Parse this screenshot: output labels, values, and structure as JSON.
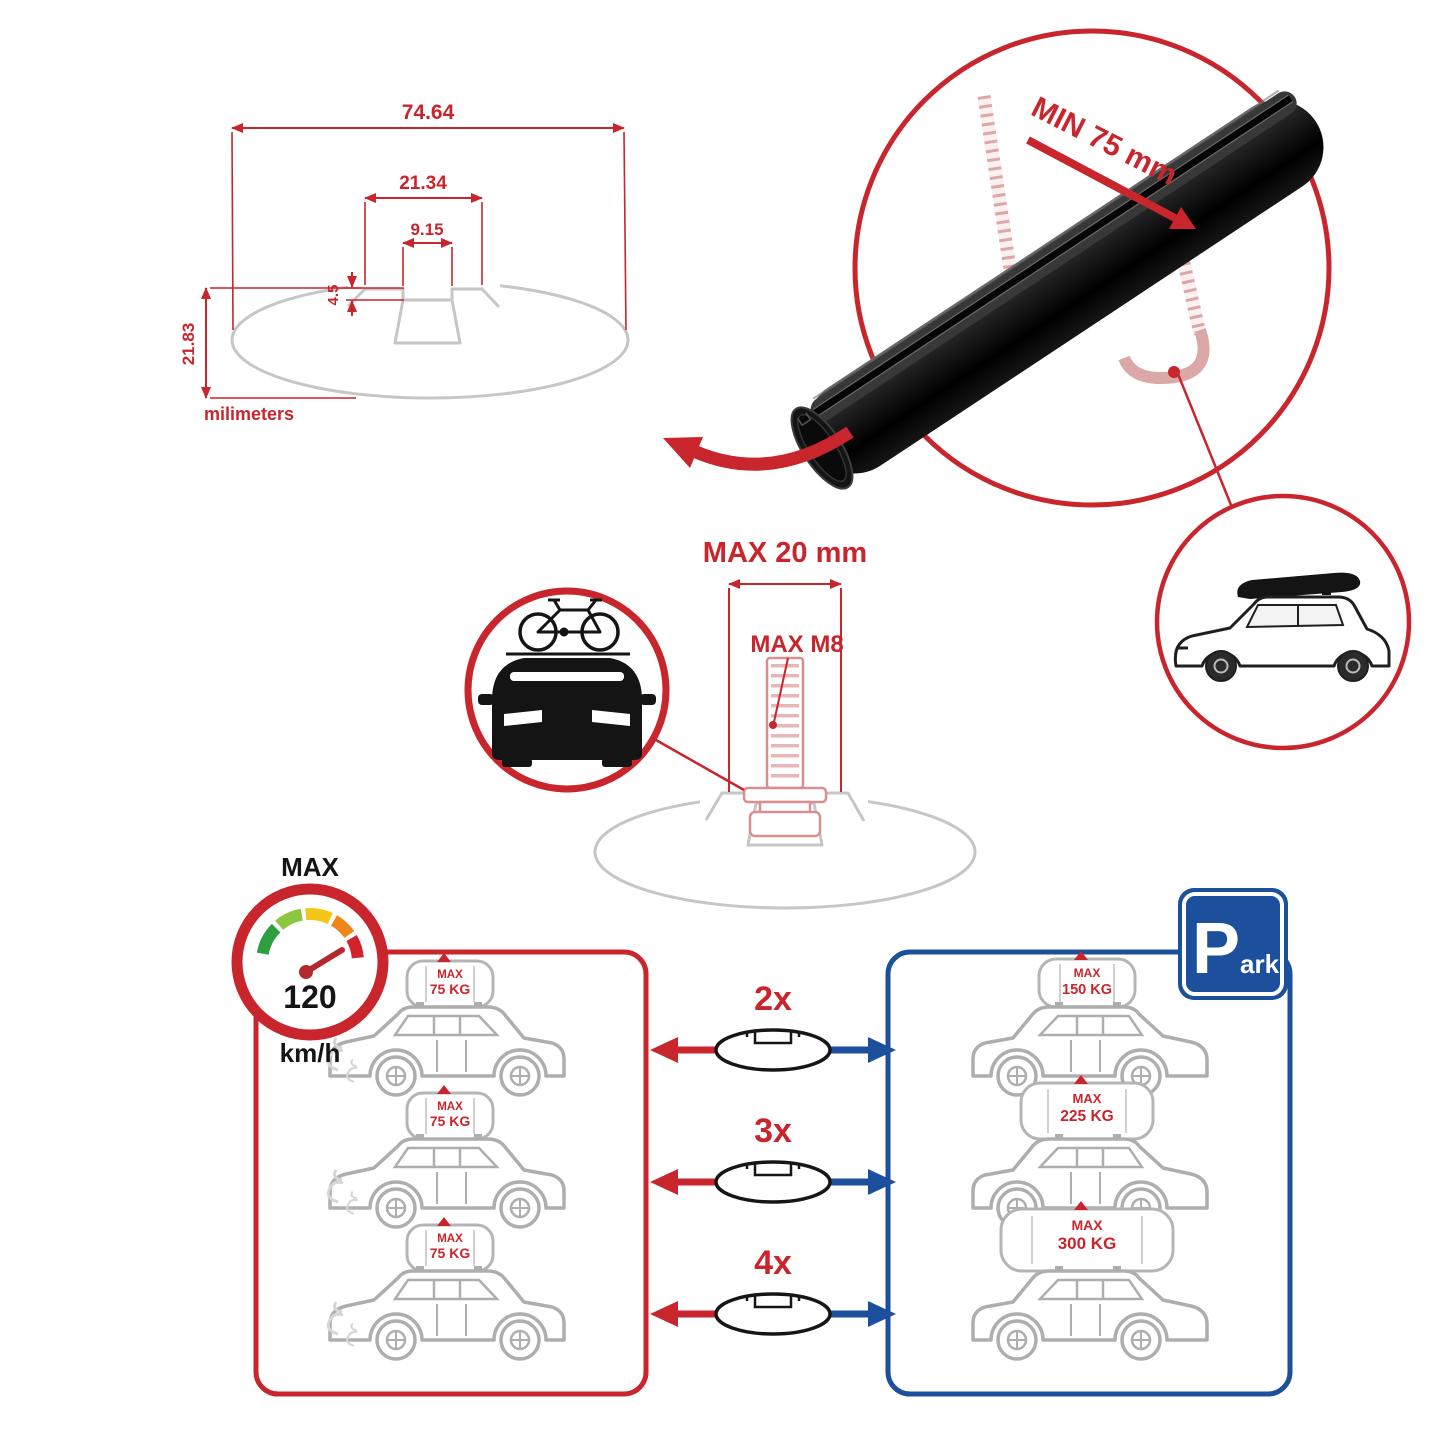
{
  "colors": {
    "red": "#c9252c",
    "blue": "#1c4f9c",
    "profile_gray": "#c6c6c6",
    "bar_black": "#0a0a0a"
  },
  "dims": {
    "total_width": "74.64",
    "channel_width": "21.34",
    "slot_width": "9.15",
    "slot_depth": "4.5",
    "total_height": "21.83",
    "unit": "milimeters"
  },
  "clamp_label": "MIN 75 mm",
  "bolt_labels": {
    "width": "MAX 20 mm",
    "thread": "MAX M8"
  },
  "speed": {
    "title": "MAX",
    "value": "120",
    "unit": "km/h"
  },
  "park": {
    "letter": "P",
    "rest": "ark"
  },
  "multipliers": [
    "2x",
    "3x",
    "4x"
  ],
  "driving_cars": [
    {
      "max": "MAX",
      "load": "75 KG"
    },
    {
      "max": "MAX",
      "load": "75 KG"
    },
    {
      "max": "MAX",
      "load": "75 KG"
    }
  ],
  "parked_cars": [
    {
      "max": "MAX",
      "load": "150 KG"
    },
    {
      "max": "MAX",
      "load": "225 KG"
    },
    {
      "max": "MAX",
      "load": "300 KG"
    }
  ]
}
